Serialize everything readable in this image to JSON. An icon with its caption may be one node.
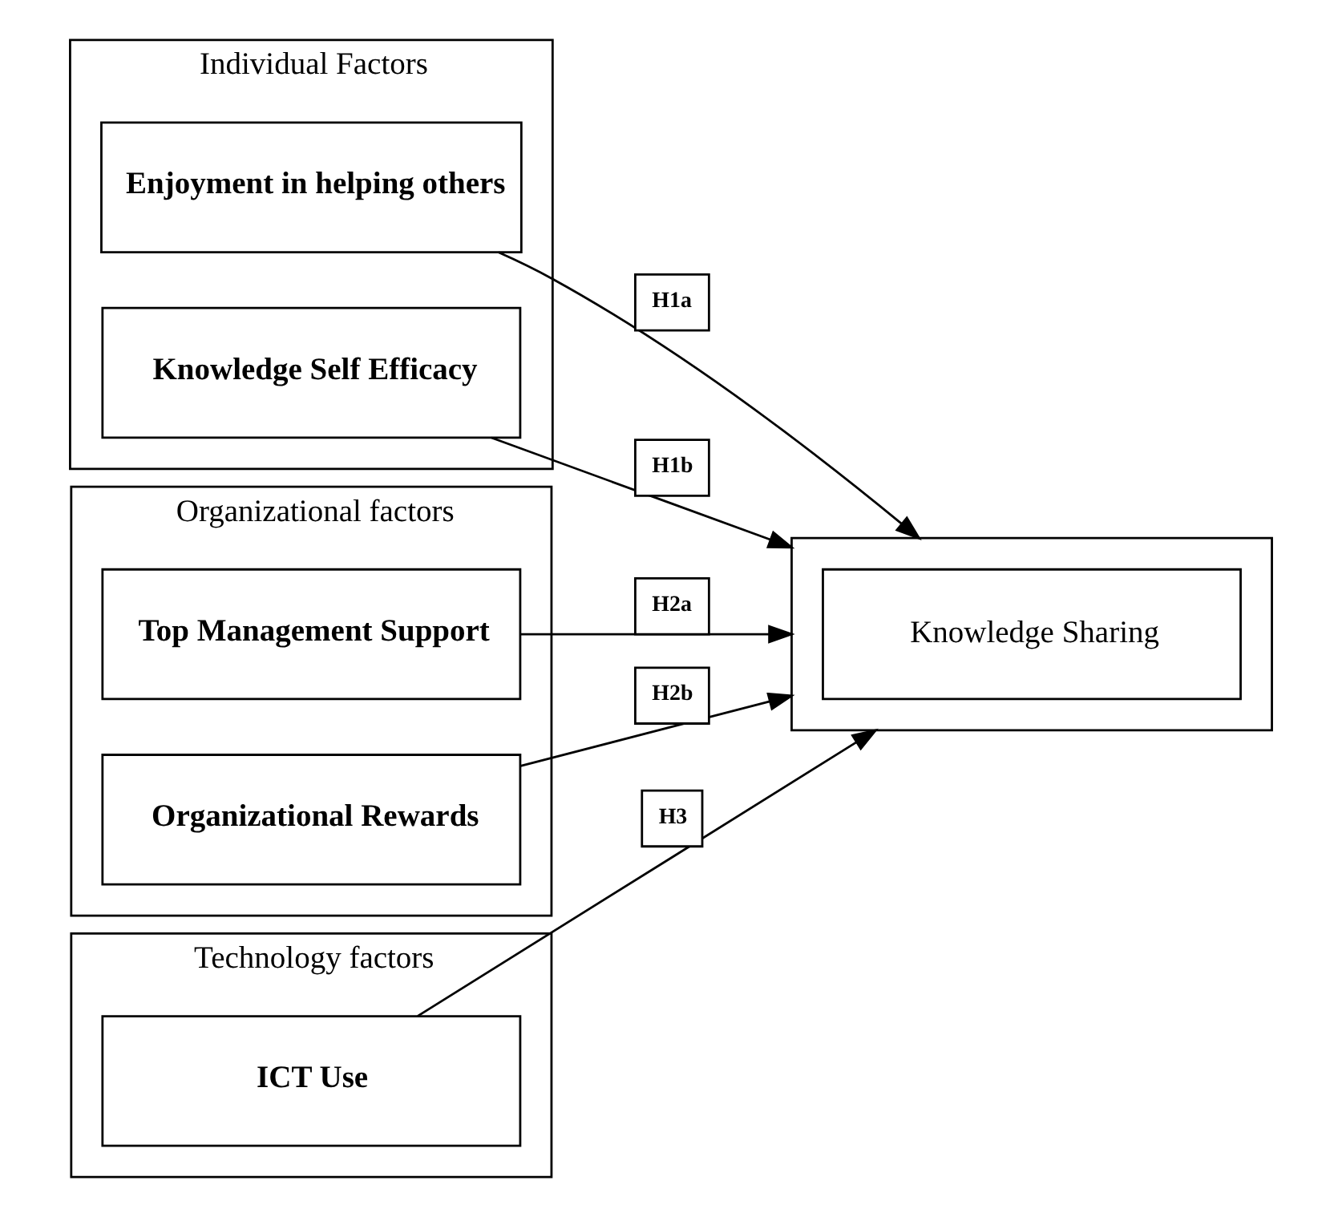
{
  "diagram": {
    "nodes": [
      {
        "text": [
          "Individual Factors"
        ]
      },
      {
        "text": [
          "Enjoyment in helping others"
        ],
        "in": 0
      },
      {
        "text": [
          "Knowledge Self Efficacy"
        ],
        "in": 0
      },
      {
        "text": [
          "Organizational factors"
        ]
      },
      {
        "text": [
          "Top Management Support"
        ],
        "in": 3
      },
      {
        "text": [
          "Organizational Rewards"
        ],
        "in": 3
      },
      {
        "text": [
          "Technology factors"
        ]
      },
      {
        "text": [
          "ICT Use"
        ],
        "in": 6
      },
      {
        "text": [],
        "shape": "box"
      },
      {
        "text": [
          "Knowledge Sharing"
        ],
        "in": 8
      }
    ],
    "edges": [
      {
        "from": 1,
        "to": 8,
        "arrow": "to",
        "label": "H1a"
      },
      {
        "from": 2,
        "to": 8,
        "arrow": "to",
        "label": "H1b"
      },
      {
        "from": 4,
        "to": 8,
        "arrow": "to",
        "label": "H2a"
      },
      {
        "from": 5,
        "to": 8,
        "arrow": "to",
        "label": "H2b"
      },
      {
        "from": 7,
        "to": 8,
        "arrow": "to",
        "label": "H3"
      }
    ]
  }
}
